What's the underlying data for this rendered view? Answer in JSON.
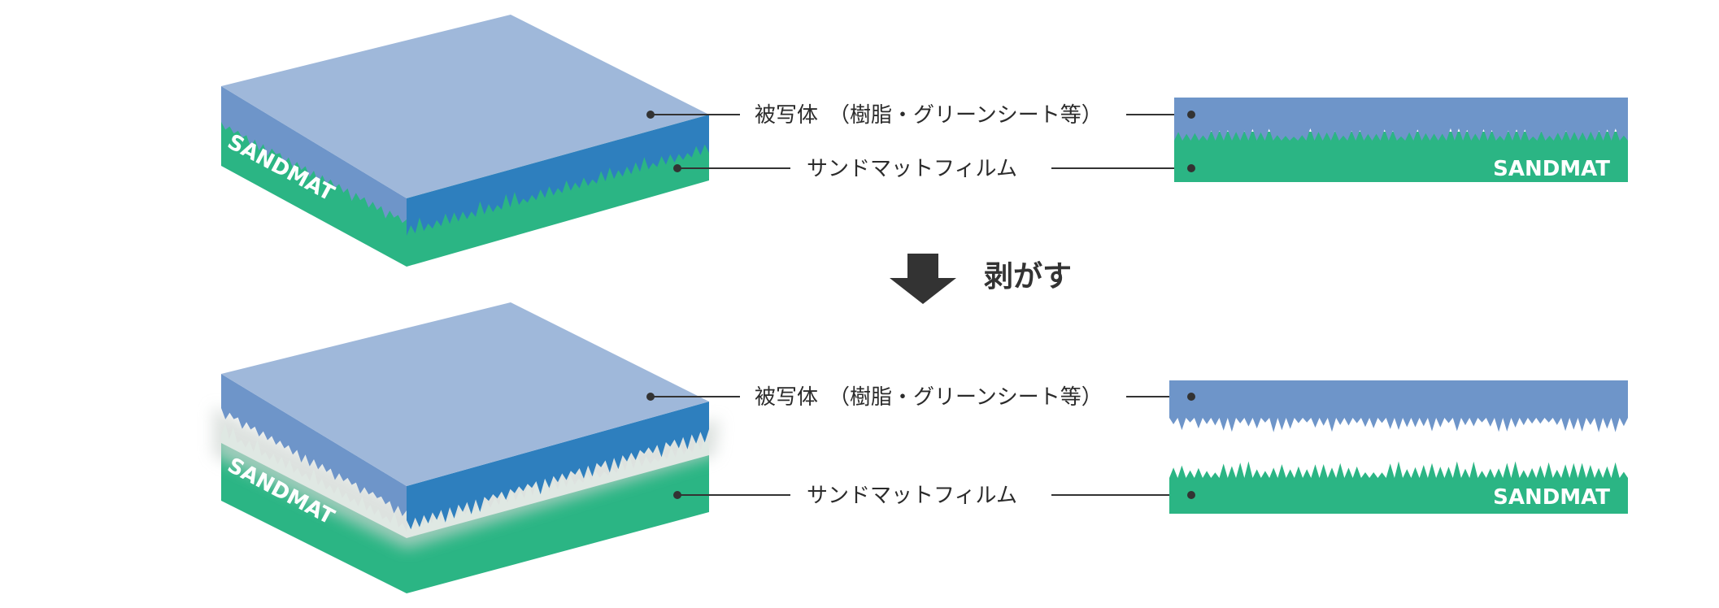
{
  "labels": {
    "object": "被写体　（樹脂・グリーンシート等）",
    "film": "サンドマットフィルム",
    "brand": "SANDMAT",
    "action": "剥がす"
  },
  "colors": {
    "top_face": "#9fb8da",
    "left_face": "#6e95c9",
    "right_face": "#2e7fbe",
    "strip_blue": "#6e95c9",
    "green": "#2bb584",
    "green_dark": "#20a070",
    "texture": "#dfe8e3",
    "arrow": "#333333",
    "leader": "#333333"
  }
}
